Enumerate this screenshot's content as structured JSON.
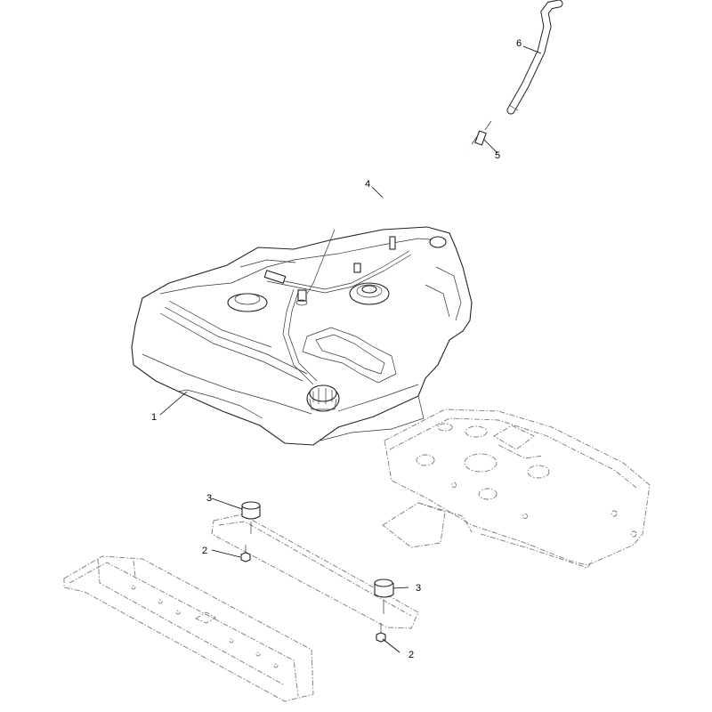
{
  "callouts": [
    {
      "id": "c1",
      "label": "1"
    },
    {
      "id": "c2a",
      "label": "2"
    },
    {
      "id": "c2b",
      "label": "2"
    },
    {
      "id": "c3a",
      "label": "3"
    },
    {
      "id": "c3b",
      "label": "3"
    },
    {
      "id": "c4",
      "label": "4"
    },
    {
      "id": "c5",
      "label": "5"
    },
    {
      "id": "c6",
      "label": "6"
    }
  ]
}
